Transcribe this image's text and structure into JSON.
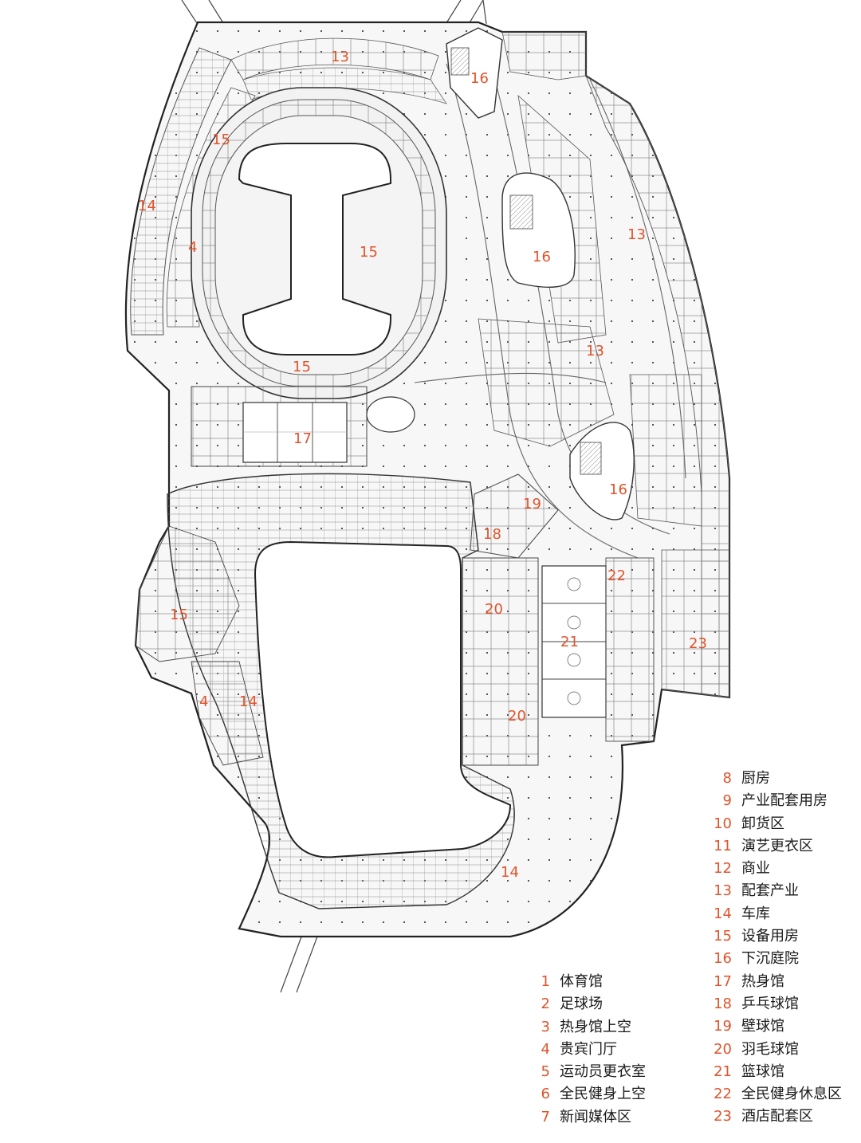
{
  "legend": {
    "left": [
      {
        "num": "1",
        "label": "体育馆"
      },
      {
        "num": "2",
        "label": "足球场"
      },
      {
        "num": "3",
        "label": "热身馆上空"
      },
      {
        "num": "4",
        "label": "贵宾门厅"
      },
      {
        "num": "5",
        "label": "运动员更衣室"
      },
      {
        "num": "6",
        "label": "全民健身上空"
      },
      {
        "num": "7",
        "label": "新闻媒体区"
      }
    ],
    "right": [
      {
        "num": "8",
        "label": "厨房"
      },
      {
        "num": "9",
        "label": "产业配套用房"
      },
      {
        "num": "10",
        "label": "卸货区"
      },
      {
        "num": "11",
        "label": "演艺更衣区"
      },
      {
        "num": "12",
        "label": "商业"
      },
      {
        "num": "13",
        "label": "配套产业"
      },
      {
        "num": "14",
        "label": "车库"
      },
      {
        "num": "15",
        "label": "设备用房"
      },
      {
        "num": "16",
        "label": "下沉庭院"
      },
      {
        "num": "17",
        "label": "热身馆"
      },
      {
        "num": "18",
        "label": "乒乓球馆"
      },
      {
        "num": "19",
        "label": "壁球馆"
      },
      {
        "num": "20",
        "label": "羽毛球馆"
      },
      {
        "num": "21",
        "label": "篮球馆"
      },
      {
        "num": "22",
        "label": "全民健身休息区"
      },
      {
        "num": "23",
        "label": "酒店配套区"
      }
    ]
  },
  "plan_labels": [
    {
      "id": "zone-13-top",
      "text": "13"
    },
    {
      "id": "zone-16-top",
      "text": "16"
    },
    {
      "id": "zone-15-nw",
      "text": "15"
    },
    {
      "id": "zone-14-west",
      "text": "14"
    },
    {
      "id": "zone-4-upper",
      "text": "4"
    },
    {
      "id": "zone-15-arena",
      "text": "15"
    },
    {
      "id": "zone-16-court-a",
      "text": "16"
    },
    {
      "id": "zone-13-east",
      "text": "13"
    },
    {
      "id": "zone-13-center",
      "text": "13"
    },
    {
      "id": "zone-15-south",
      "text": "15"
    },
    {
      "id": "zone-17",
      "text": "17"
    },
    {
      "id": "zone-16-court-b",
      "text": "16"
    },
    {
      "id": "zone-19",
      "text": "19"
    },
    {
      "id": "zone-18",
      "text": "18"
    },
    {
      "id": "zone-22",
      "text": "22"
    },
    {
      "id": "zone-20-upper",
      "text": "20"
    },
    {
      "id": "zone-21",
      "text": "21"
    },
    {
      "id": "zone-15-lower",
      "text": "15"
    },
    {
      "id": "zone-23",
      "text": "23"
    },
    {
      "id": "zone-4-lower",
      "text": "4"
    },
    {
      "id": "zone-14-lower",
      "text": "14"
    },
    {
      "id": "zone-20-lower",
      "text": "20"
    },
    {
      "id": "zone-14-south",
      "text": "14"
    }
  ]
}
